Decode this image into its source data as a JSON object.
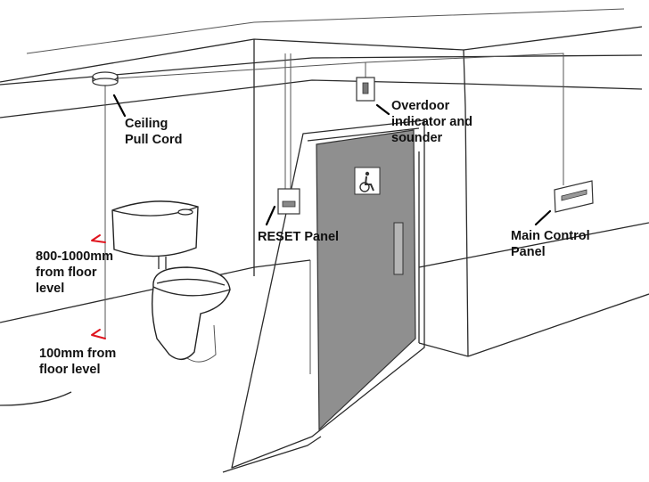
{
  "labels": {
    "ceiling_pull_cord": [
      "Ceiling",
      "Pull Cord"
    ],
    "overdoor": [
      "Overdoor",
      "indicator and",
      "sounder"
    ],
    "reset_panel": [
      "RESET Panel"
    ],
    "main_control": [
      "Main Control",
      "Panel"
    ],
    "height_upper": [
      "800-1000mm",
      "from floor",
      "level"
    ],
    "height_lower": [
      "100mm from",
      "floor level"
    ]
  },
  "icons": {
    "door_sign": "wheelchair-icon"
  },
  "colors": {
    "height_markers": "#e0141e",
    "door": "#8f8f8f",
    "lines": "#2a2a2a"
  }
}
